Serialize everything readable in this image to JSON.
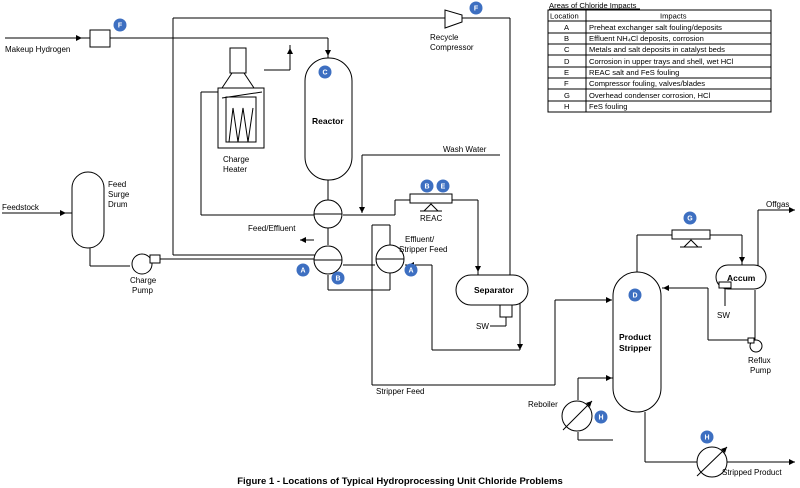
{
  "legend": {
    "title": "Areas of Chloride Impacts",
    "col_location": "Location",
    "col_impacts": "Impacts",
    "rows": [
      {
        "loc": "A",
        "impact": "Preheat exchanger salt fouling/deposits"
      },
      {
        "loc": "B",
        "impact": "Effluent NH₄Cl deposits, corrosion"
      },
      {
        "loc": "C",
        "impact": "Metals and salt deposits in catalyst beds"
      },
      {
        "loc": "D",
        "impact": "Corrosion in upper trays and shell, wet HCl"
      },
      {
        "loc": "E",
        "impact": "REAC salt and FeS fouling"
      },
      {
        "loc": "F",
        "impact": "Compressor fouling, valves/blades"
      },
      {
        "loc": "G",
        "impact": "Overhead condenser corrosion, HCl"
      },
      {
        "loc": "H",
        "impact": "FeS fouling"
      }
    ]
  },
  "labels": {
    "makeup_hydrogen": "Makeup Hydrogen",
    "recycle_compressor_1": "Recycle",
    "recycle_compressor_2": "Compressor",
    "reactor": "Reactor",
    "charge_heater_1": "Charge",
    "charge_heater_2": "Heater",
    "wash_water": "Wash Water",
    "feed_surge_1": "Feed",
    "feed_surge_2": "Surge",
    "feed_surge_3": "Drum",
    "feedstock": "Feedstock",
    "feed_effluent": "Feed/Effluent",
    "reac": "REAC",
    "effluent_stripper_1": "Effluent/",
    "effluent_stripper_2": "Stripper Feed",
    "charge_pump_1": "Charge",
    "charge_pump_2": "Pump",
    "separator": "Separator",
    "sw_sep": "SW",
    "offgas": "Offgas",
    "accum": "Accum",
    "sw_accum": "SW",
    "reflux_pump_1": "Reflux",
    "reflux_pump_2": "Pump",
    "product_stripper_1": "Product",
    "product_stripper_2": "Stripper",
    "stripper_feed": "Stripper Feed",
    "reboiler": "Reboiler",
    "stripped_product": "Stripped Product"
  },
  "badges": {
    "f_makeup": "F",
    "f_comp": "F",
    "c_reactor": "C",
    "b_reac": "B",
    "e_reac": "E",
    "a_left": "A",
    "b_exch": "B",
    "a_right": "A",
    "g_cond": "G",
    "d_strip": "D",
    "h_reb": "H",
    "h_prod": "H"
  },
  "caption": "Figure 1 - Locations of Typical Hydroprocessing Unit Chloride Problems",
  "colors": {
    "badge": "#3d6fc1",
    "line": "#000000"
  }
}
